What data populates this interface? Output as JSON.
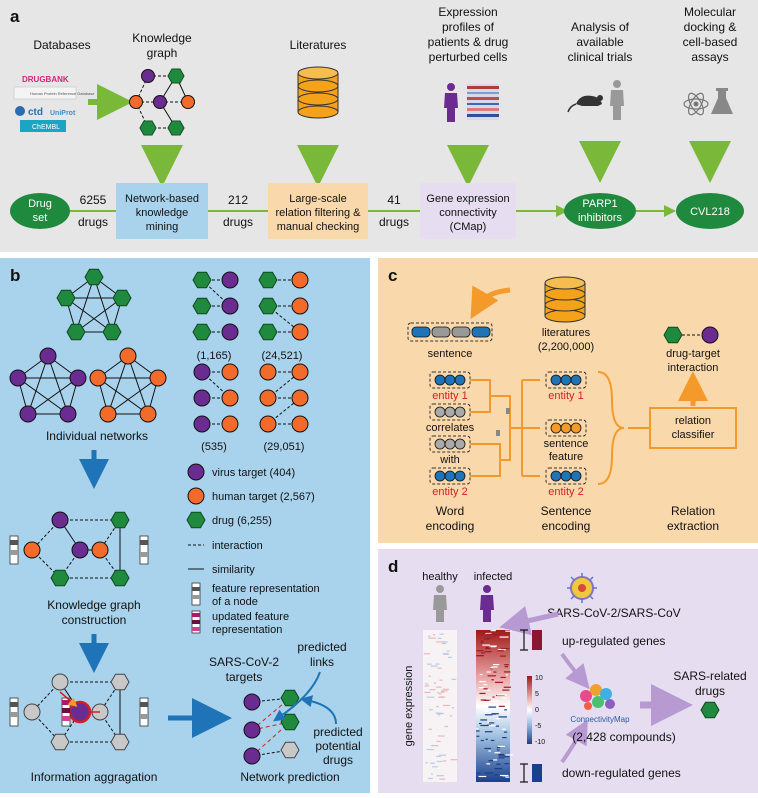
{
  "panel_a": {
    "label": "a",
    "top_titles": {
      "databases": "Databases",
      "kg": [
        "Knowledge",
        "graph"
      ],
      "lit": "Literatures",
      "expr": [
        "Expression",
        "profiles of",
        "patients & drug",
        "perturbed cells"
      ],
      "trials": [
        "Analysis of",
        "available",
        "clinical trials"
      ],
      "docking": [
        "Molecular",
        "docking &",
        "cell-based",
        "assays"
      ]
    },
    "db_logos": [
      "DRUGBANK",
      "Human Protein Reference Database",
      "ctd",
      "UniProt",
      "ChEMBL"
    ],
    "drug_set": [
      "Drug",
      "set"
    ],
    "count1": [
      "6255",
      "drugs"
    ],
    "box1": [
      "Network-based",
      "knowledge",
      "mining"
    ],
    "count2": [
      "212",
      "drugs"
    ],
    "box2": [
      "Large-scale",
      "relation filtering &",
      "manual checking"
    ],
    "count3": [
      "41",
      "drugs"
    ],
    "box3": [
      "Gene expression",
      "connectivity",
      "(CMap)"
    ],
    "parp": [
      "PARP1",
      "inhibitors"
    ],
    "cvl": "CVL218"
  },
  "panel_b": {
    "label": "b",
    "counts": [
      "(1,165)",
      "(24,521)",
      "(535)",
      "(29,051)"
    ],
    "individual": "Individual networks",
    "kg_construction": [
      "Knowledge graph",
      "construction"
    ],
    "info_agg": "Information aggragation",
    "net_pred": "Network prediction",
    "legend": {
      "virus": "virus target (404)",
      "human": "human target (2,567)",
      "drug": "drug (6,255)",
      "interaction": "interaction",
      "similarity": "similarity",
      "feature": [
        "feature representation",
        "of a node"
      ],
      "updated": [
        "updated feature",
        "representation"
      ]
    },
    "sars_targets": [
      "SARS-CoV-2",
      "targets"
    ],
    "pred_links": [
      "predicted",
      "links"
    ],
    "pred_drugs": [
      "predicted",
      "potential",
      "drugs"
    ]
  },
  "panel_c": {
    "label": "c",
    "literatures": [
      "literatures",
      "(2,200,000)"
    ],
    "sentence": "sentence",
    "entity1": "entity 1",
    "correlates": "correlates",
    "with": "with",
    "entity2": "entity 2",
    "sentence_feature": [
      "sentence",
      "feature"
    ],
    "drug_target": [
      "drug-target",
      "interaction"
    ],
    "relation_classifier": [
      "relation",
      "classifier"
    ],
    "word_encoding": [
      "Word",
      "encoding"
    ],
    "sentence_encoding": [
      "Sentence",
      "encoding"
    ],
    "relation_extraction": [
      "Relation",
      "extraction"
    ]
  },
  "panel_d": {
    "label": "d",
    "healthy": "healthy",
    "infected": "infected",
    "virus": "SARS-CoV-2/SARS-CoV",
    "up": "up-regulated genes",
    "down": "down-regulated genes",
    "ylabel": "gene expression",
    "scale": [
      "10",
      "5",
      "0",
      "-5",
      "-10"
    ],
    "cmap": "ConnectivityMap",
    "compounds": "(2,428 compounds)",
    "sars_drugs": [
      "SARS-related",
      "drugs"
    ]
  },
  "colors": {
    "panel_a_bg": "#e6e6e6",
    "panel_b_bg": "#a9d3ec",
    "panel_c_bg": "#f9d8ab",
    "panel_d_bg": "#e6def0",
    "green": "#1f8a3d",
    "purple": "#6a2c91",
    "orange": "#f26b2a",
    "arrow_green": "#7ab83a",
    "arrow_blue": "#1f74b8",
    "arrow_orange": "#f39a2a",
    "arrow_purple": "#b89ad2"
  }
}
